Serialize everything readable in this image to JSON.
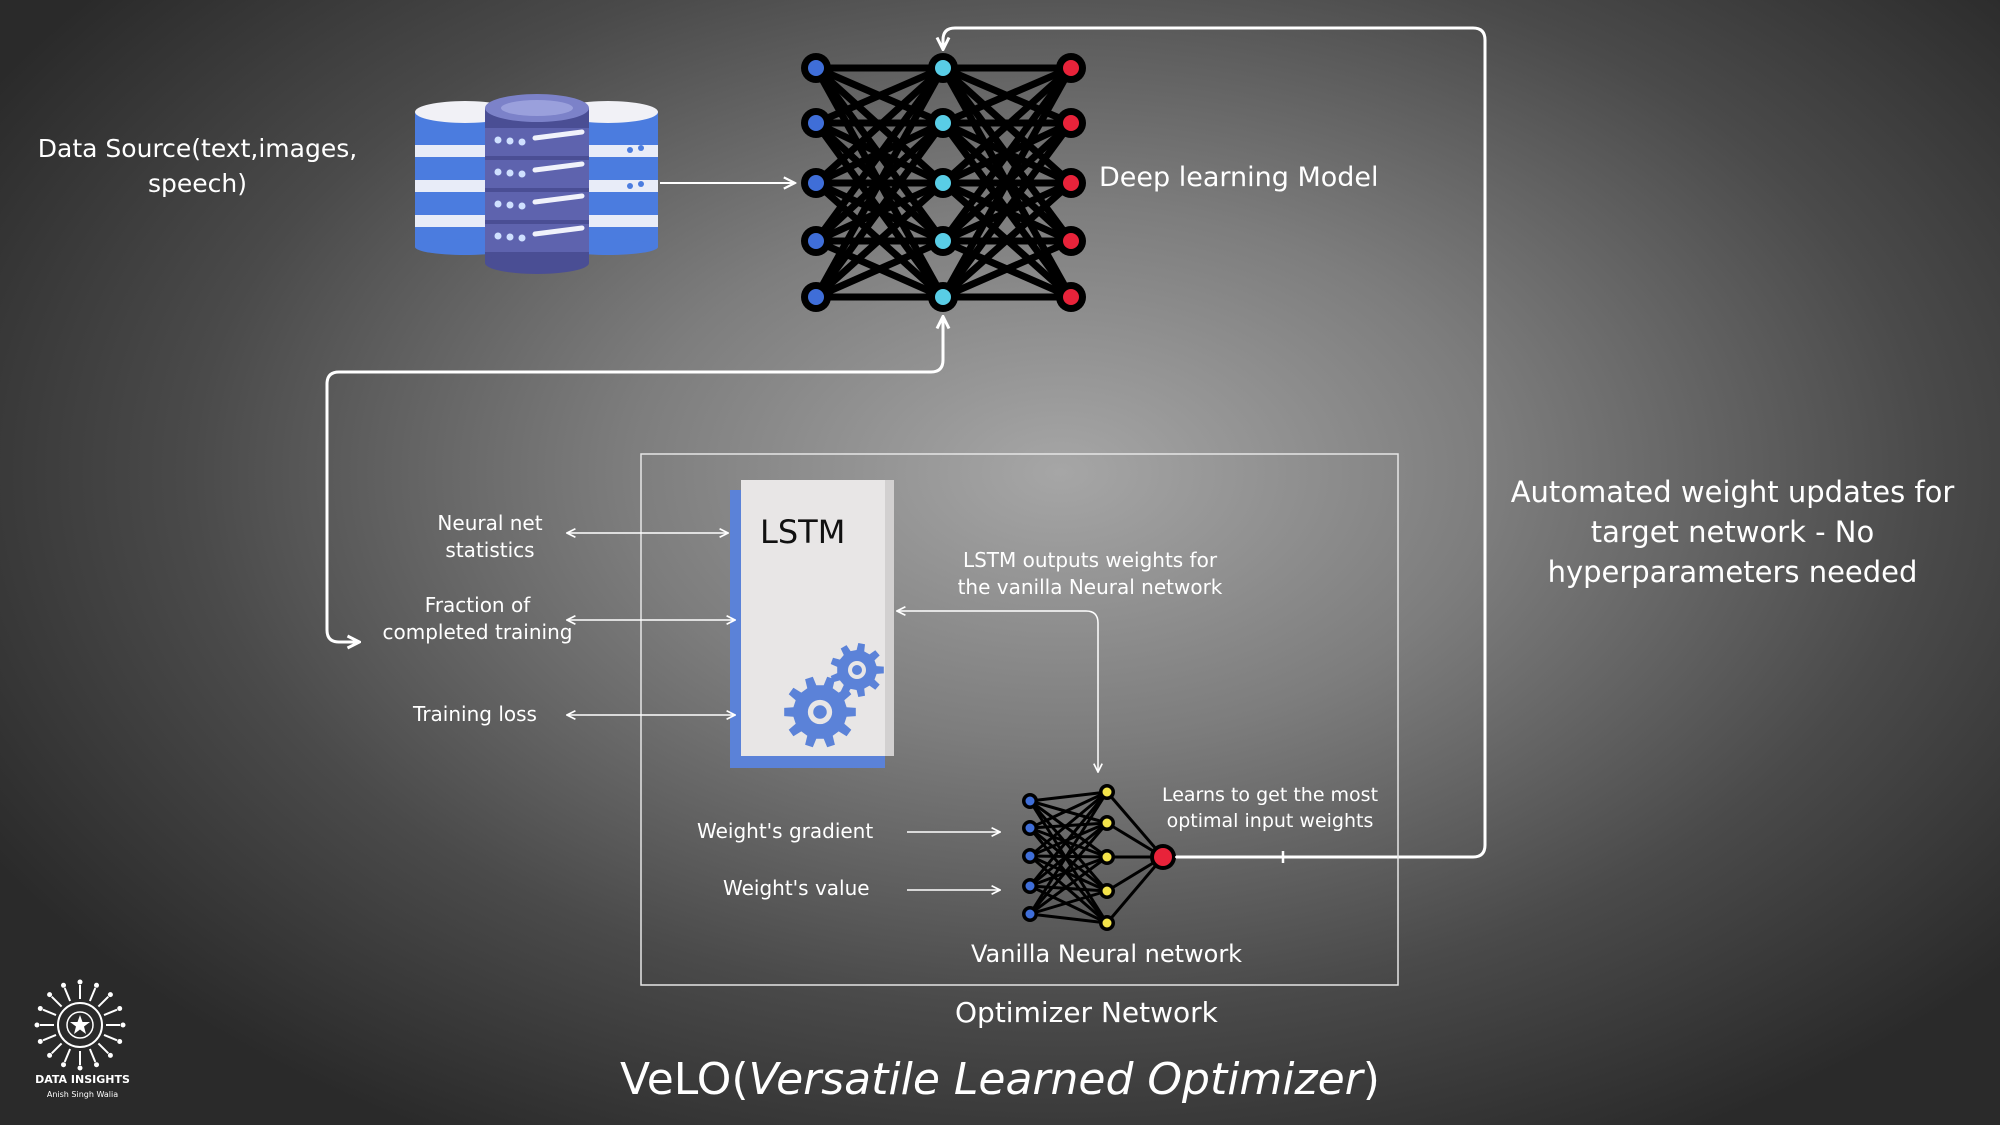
{
  "data_source": {
    "label": "Data Source(text,images, speech)"
  },
  "deep_model": {
    "label": "Deep learning Model"
  },
  "automated_note": "Automated weight updates for target network - No hyperparameters needed",
  "lstm": {
    "label": "LSTM"
  },
  "lstm_inputs": [
    "Neural net statistics",
    "Fraction of completed training",
    "Training loss"
  ],
  "lstm_output_note": "LSTM outputs weights for the vanilla Neural network",
  "vanilla_inputs": [
    "Weight's gradient",
    "Weight's value"
  ],
  "vanilla_note": "Learns to get the most optimal input weights",
  "vanilla_label": "Vanilla Neural network",
  "optimizer_label": "Optimizer Network",
  "title": {
    "main": "VeLO(",
    "italic": "Versatile Learned Optimizer",
    "end": ")"
  },
  "logo": {
    "line1": "DATA INSIGHTS",
    "line2": "Anish Singh Walia"
  },
  "colors": {
    "input_node": "#3f6ed8",
    "hidden_node": "#59cde6",
    "output_node": "#e8233a",
    "vanilla_hidden": "#f3e34a",
    "lstm_accent": "#5b82d8",
    "line": "#ffffff"
  }
}
